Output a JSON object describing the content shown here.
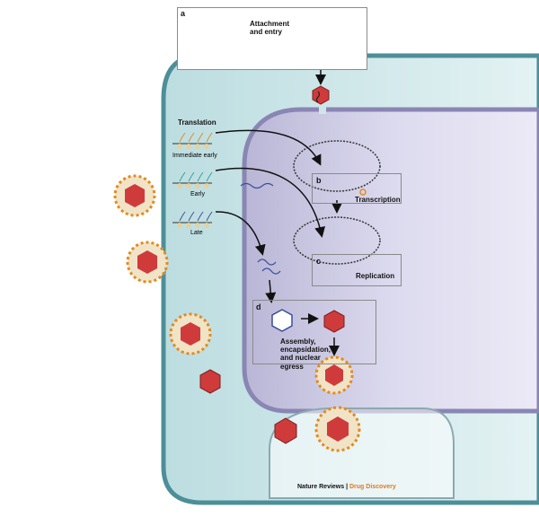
{
  "panels": {
    "a": {
      "letter": "a",
      "label_line1": "Attachment",
      "label_line2": "and entry"
    },
    "b": {
      "letter": "b",
      "label": "Transcription"
    },
    "c": {
      "letter": "c",
      "label": "Replication"
    },
    "d": {
      "letter": "d",
      "label_line1": "Assembly,",
      "label_line2": "encapsidation,",
      "label_line3": "and nuclear",
      "label_line4": "egress"
    }
  },
  "translation": {
    "title": "Translation",
    "immediate_early": "Immediate early",
    "early": "Early",
    "late": "Late"
  },
  "credit": {
    "publisher": "Nature Reviews",
    "separator": " | ",
    "journal": "Drug Discovery"
  },
  "colors": {
    "cytoplasm": "#cfe6e8",
    "nucleus": "#d6d3e8",
    "membrane": "#4d8f98",
    "capsid": "#cf3b3b",
    "spike": "#e38a1e",
    "journal": "#e07a1f"
  }
}
